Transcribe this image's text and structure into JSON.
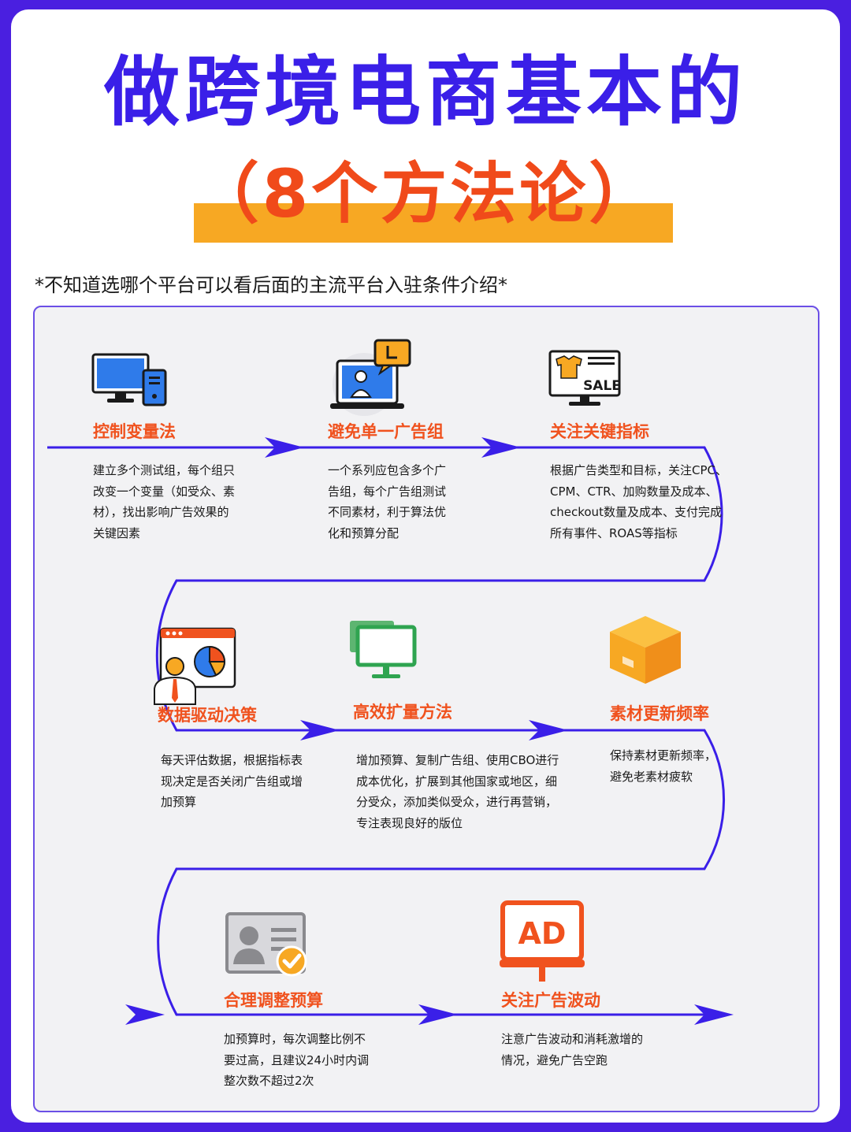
{
  "header": {
    "title": "做跨境电商基本的",
    "subtitle": "（8个方法论）",
    "note": "*不知道选哪个平台可以看后面的主流平台入驻条件介绍*"
  },
  "steps": [
    {
      "title": "控制变量法",
      "desc": "建立多个测试组，每个组只\n改变一个变量（如受众、素\n材），找出影响广告效果的\n关键因素",
      "icon": "computer-icon"
    },
    {
      "title": "避免单一广告组",
      "desc": "一个系列应包含多个广\n告组，每个广告组测试\n不同素材，利于算法优\n化和预算分配",
      "icon": "laptop-chat-icon"
    },
    {
      "title": "关注关键指标",
      "desc": "根据广告类型和目标，关注CPC、\nCPM、CTR、加购数量及成本、\ncheckout数量及成本、支付完成\n所有事件、ROAS等指标",
      "icon": "sale-monitor-icon",
      "sale_text": "SALE"
    },
    {
      "title": "数据驱动决策",
      "desc": "每天评估数据，根据指标表\n现决定是否关闭广告组或增\n加预算",
      "icon": "presenter-chart-icon"
    },
    {
      "title": "高效扩量方法",
      "desc": "增加预算、复制广告组、使用CBO进行\n成本优化，扩展到其他国家或地区，细\n分受众，添加类似受众，进行再营销，\n专注表现良好的版位",
      "icon": "monitor-icon"
    },
    {
      "title": "素材更新频率",
      "desc": "保持素材更新频率，\n避免老素材疲软",
      "icon": "box-icon"
    },
    {
      "title": "合理调整预算",
      "desc": "加预算时，每次调整比例不\n要过高，且建议24小时内调\n整次数不超过2次",
      "icon": "id-card-check-icon"
    },
    {
      "title": "关注广告波动",
      "desc": "注意广告波动和消耗激增的\n情况，避免广告空跑",
      "icon": "ad-board-icon",
      "ad_text": "AD"
    }
  ],
  "colors": {
    "background": "#4a1fe0",
    "title": "#3a1fe8",
    "subtitle": "#f04a1a",
    "highlight": "#f7a823",
    "step_title": "#f0521e",
    "flow_line": "#3a1fe8"
  }
}
